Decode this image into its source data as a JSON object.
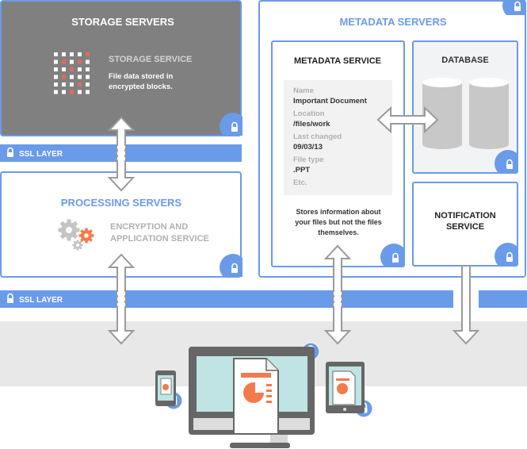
{
  "colors": {
    "accent": "#6a9be8",
    "storage_fill": "#808080",
    "arrow_stroke": "#9a9a9a",
    "orange": "#f47a4c",
    "screen": "#bfe4e3",
    "band": "#e8e8e8"
  },
  "storage": {
    "title": "STORAGE SERVERS",
    "service_title": "STORAGE SERVICE",
    "desc_line1": "File data stored in",
    "desc_line2": "encrypted blocks."
  },
  "ssl": {
    "label_top": "SSL LAYER",
    "label_bottom": "SSL LAYER"
  },
  "processing": {
    "title": "PROCESSING SERVERS",
    "service_line1": "ENCRYPTION AND",
    "service_line2": "APPLICATION SERVICE"
  },
  "metadata_servers": {
    "title": "METADATA SERVERS"
  },
  "metadata_service": {
    "title": "METADATA SERVICE",
    "fields": [
      {
        "label": "Name",
        "value": "Important Document"
      },
      {
        "label": "Location",
        "value": "/files/work"
      },
      {
        "label": "Last changed",
        "value": "09/03/13"
      },
      {
        "label": "File type",
        "value": ".PPT"
      }
    ],
    "etc": "Etc.",
    "desc_line1": "Stores information about",
    "desc_line2": "your files but not the files",
    "desc_line3": "themselves."
  },
  "database": {
    "title": "DATABASE"
  },
  "notification": {
    "title_line1": "NOTIFICATION",
    "title_line2": "SERVICE"
  },
  "icons": [
    "lock-icon",
    "gear-icon",
    "database-icon",
    "monitor-icon",
    "phone-icon",
    "tablet-icon",
    "presentation-file-icon"
  ]
}
